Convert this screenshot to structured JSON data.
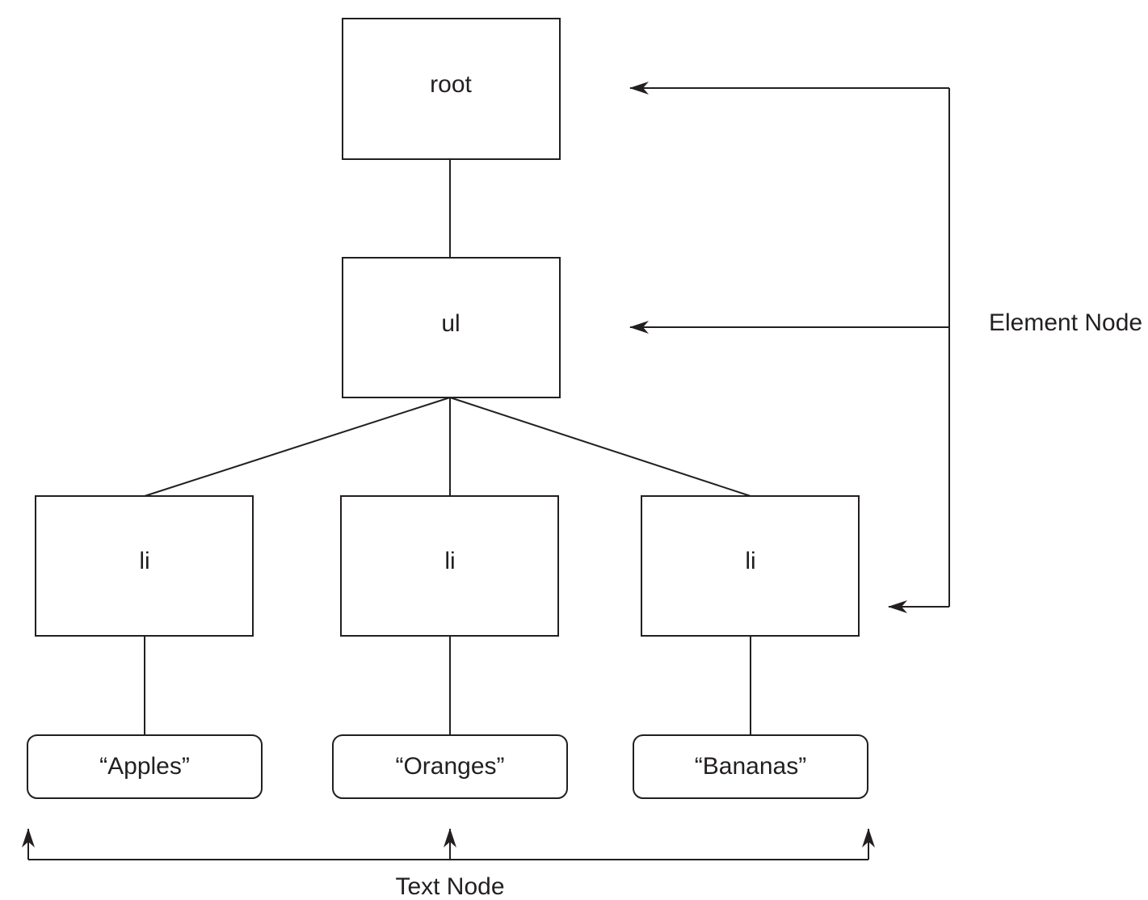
{
  "diagram": {
    "nodes": {
      "root": "root",
      "ul": "ul",
      "li_1": "li",
      "li_2": "li",
      "li_3": "li",
      "text_1": "“Apples”",
      "text_2": "“Oranges”",
      "text_3": "“Bananas”"
    },
    "labels": {
      "element_node": "Element Node",
      "text_node": "Text Node"
    },
    "colors": {
      "stroke": "#231f20",
      "background": "#ffffff"
    }
  }
}
